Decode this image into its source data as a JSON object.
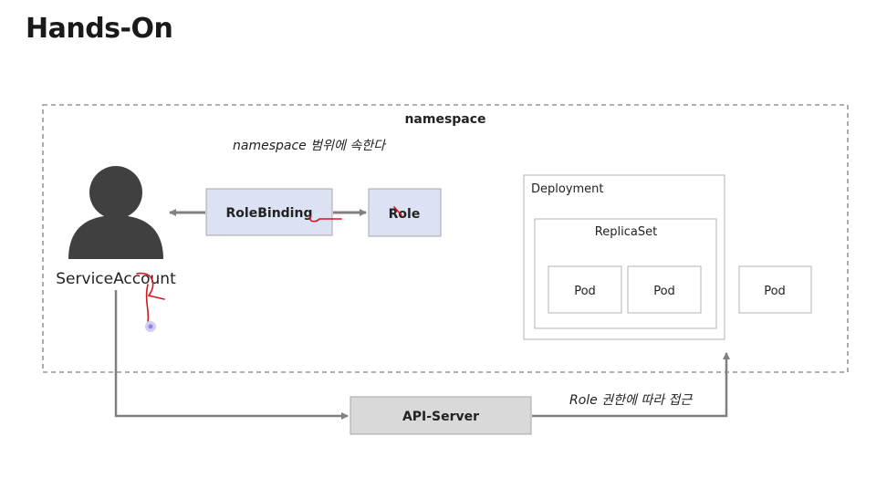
{
  "title": "Hands-On",
  "namespace": {
    "label": "namespace",
    "annotation": "namespace 범위에 속한다"
  },
  "service_account": {
    "label": "ServiceAccount"
  },
  "role_binding": {
    "label": "RoleBinding"
  },
  "role": {
    "label": "Role"
  },
  "deployment": {
    "label": "Deployment"
  },
  "replicaset": {
    "label": "ReplicaSet"
  },
  "pods": {
    "pod_a": "Pod",
    "pod_b": "Pod",
    "pod_c": "Pod"
  },
  "api_server": {
    "label": "API-Server"
  },
  "access_annotation": "Role 권한에 따라 접근",
  "colors": {
    "box_blue": "#dce1f3",
    "box_gray": "#d9d9d9",
    "arrow": "#808080",
    "person": "#404040",
    "red_scribble": "#d8141e"
  }
}
